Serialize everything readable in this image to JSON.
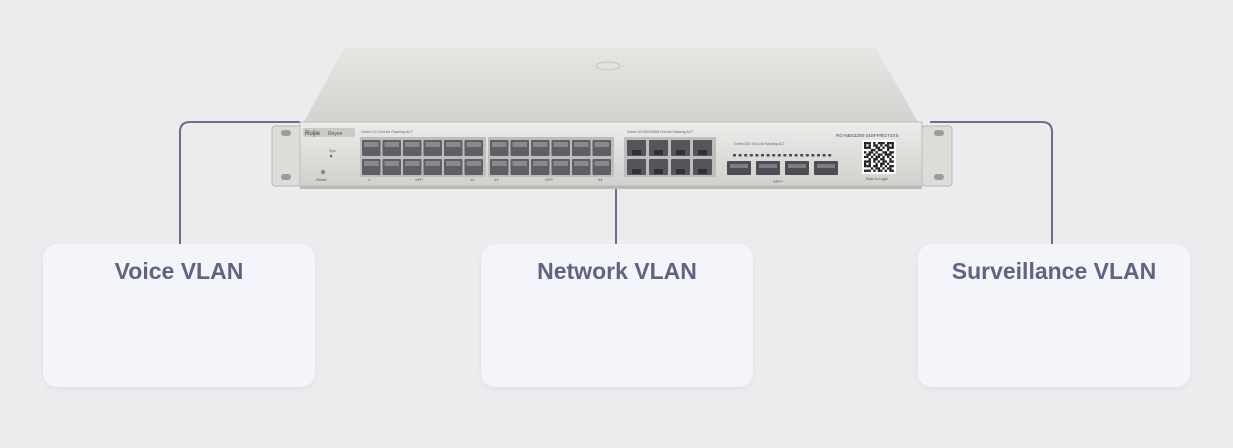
{
  "switch": {
    "brand": "Ruijie",
    "sub_brand": "Reyee",
    "model": "RG-NBS3200-24SFP/8GT4XS",
    "qr_caption": "Scan to Login",
    "labels": {
      "sys": "Sys",
      "reset": "Reset",
      "sfp": "SFP",
      "sfp_plus": "SFP+",
      "port_1": "1",
      "port_12": "12",
      "port_13": "13",
      "port_24": "24",
      "led_legend_1": "Green:1G  On/Link  Flashing:ACT",
      "led_legend_2": "Green:10/100/1000M  On/Link  Flashing:ACT",
      "led_legend_3": "Green:10G  On/Link  Flashing:ACT"
    }
  },
  "groups": [
    {
      "id": "voice",
      "title": "Voice VLAN",
      "devices": [
        "ip-phone-icon",
        "tablet-icon"
      ]
    },
    {
      "id": "network",
      "title": "Network VLAN",
      "devices": [
        "laptop-icon",
        "desktop-monitor-icon"
      ]
    },
    {
      "id": "surveillance",
      "title": "Surveillance VLAN",
      "devices": [
        "dome-camera-icon",
        "ptz-camera-icon"
      ]
    }
  ],
  "colors": {
    "background": "#ececee",
    "card": "#f4f5fb",
    "title": "#5f6482",
    "connector": "#6b6f8e",
    "switch_body": "#d9d9d6"
  }
}
